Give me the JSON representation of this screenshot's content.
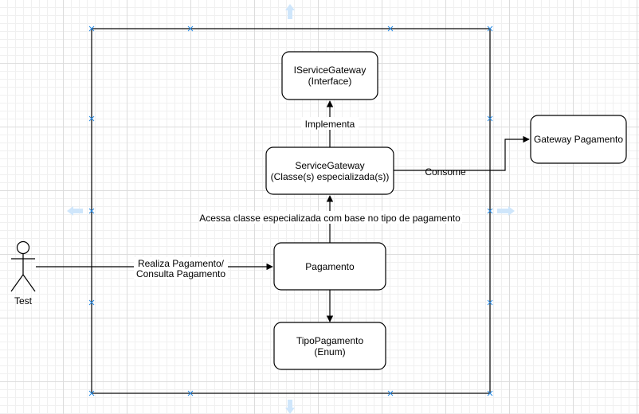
{
  "nodes": {
    "iservice": {
      "line1": "IServiceGateway",
      "line2": "(Interface)"
    },
    "service": {
      "line1": "ServiceGateway",
      "line2": "(Classe(s) especializada(s))"
    },
    "gateway": {
      "label": "Gateway Pagamento"
    },
    "pagamento": {
      "label": "Pagamento"
    },
    "tipo": {
      "line1": "TipoPagamento",
      "line2": "(Enum)"
    },
    "actor": {
      "label": "Test"
    }
  },
  "edges": {
    "implementa": "Implementa",
    "consome": "Consome",
    "acessa": "Acessa classe especializada com base no tipo de pagamento",
    "realiza_line1": "Realiza Pagamento/",
    "realiza_line2": "Consulta Pagamento"
  },
  "colors": {
    "stroke": "#000000",
    "selection": "#2a8ce6",
    "guide": "#cfe6fb"
  }
}
